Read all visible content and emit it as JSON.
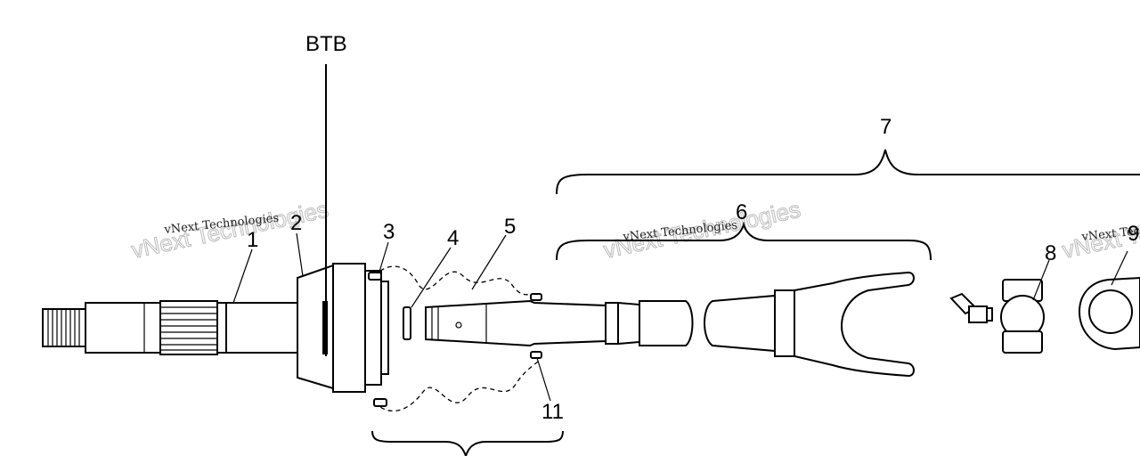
{
  "labels": {
    "btb": "BTB",
    "p1": "1",
    "p2": "2",
    "p3": "3",
    "p4": "4",
    "p5": "5",
    "p6": "6",
    "p7": "7",
    "p8": "8",
    "p9": "9",
    "p11": "11"
  },
  "watermark": {
    "big": "vNext Technologies",
    "small": "vNext Technologies"
  }
}
